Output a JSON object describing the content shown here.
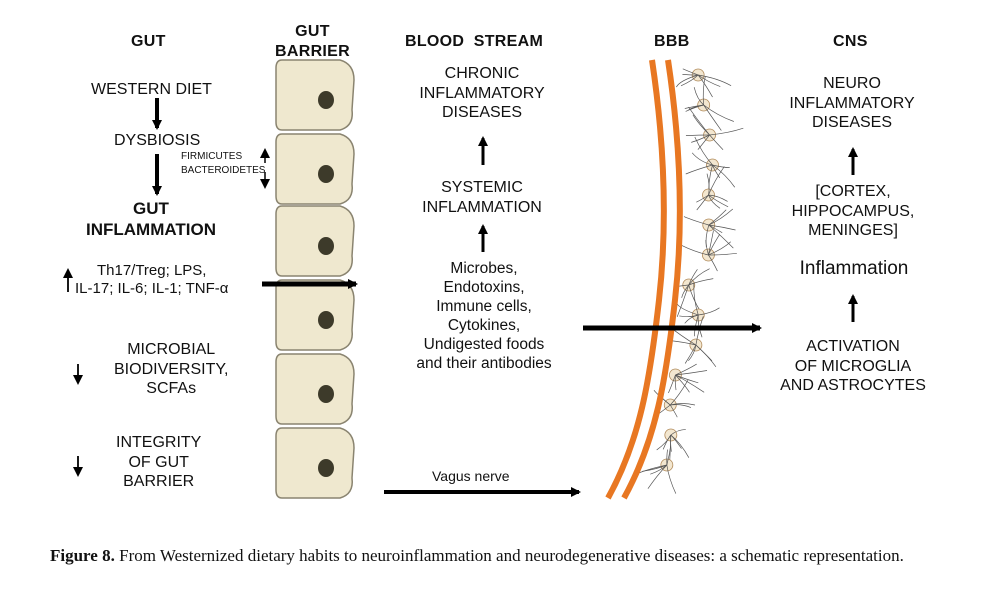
{
  "columns": {
    "gut": "GUT",
    "gut_barrier": "GUT\nBARRIER",
    "blood_stream": "BLOOD  STREAM",
    "bbb": "BBB",
    "cns": "CNS"
  },
  "gut": {
    "western_diet": "WESTERN DIET",
    "dysbiosis": "DYSBIOSIS",
    "firmicutes": "FIRMICUTES",
    "bacteroidetes": "BACTEROIDETES",
    "gut_inflammation": "GUT\nINFLAMMATION",
    "markers": "Th17/Treg; LPS,\nIL-17; IL-6; IL-1; TNF-α",
    "microbial": "MICROBIAL\nBIODIVERSITY,\nSCFAs",
    "integrity": "INTEGRITY\nOF GUT\nBARRIER"
  },
  "blood": {
    "chronic": "CHRONIC\nINFLAMMATORY\nDISEASES",
    "systemic": "SYSTEMIC\nINFLAMMATION",
    "microbes": "Microbes,\nEndotoxins,\nImmune cells,\nCytokines,\nUndigested foods\nand their antibodies",
    "vagus": "Vagus nerve"
  },
  "cns": {
    "neuro": "NEURO\nINFLAMMATORY\nDISEASES",
    "regions": "[CORTEX,\nHIPPOCAMPUS,\nMENINGES]",
    "inflammation": "Inflammation",
    "activation": "ACTIVATION\nOF MICROGLIA\nAND ASTROCYTES"
  },
  "caption": {
    "label": "Figure 8.",
    "text": " From Westernized dietary habits to neuroinflammation and neurodegenerative diseases: a schematic representation."
  },
  "colors": {
    "cell_fill": "#efe8cf",
    "cell_stroke": "#8a8470",
    "nucleus": "#3d3a2a",
    "bbb_orange": "#e87722",
    "arrow": "#000000"
  }
}
